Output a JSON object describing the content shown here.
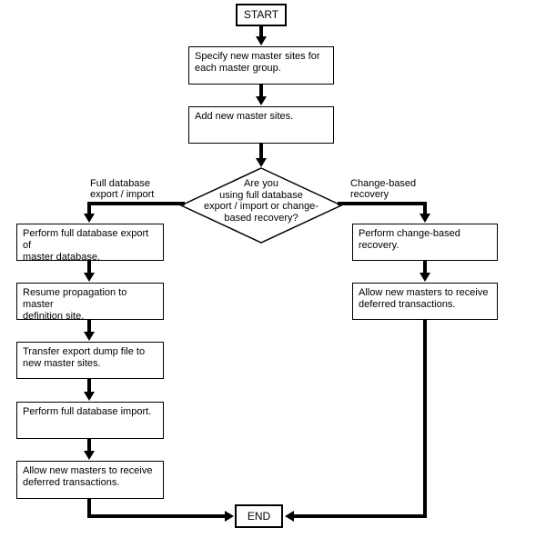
{
  "colors": {
    "line": "#000000",
    "background": "#ffffff",
    "text": "#000000"
  },
  "flow": {
    "start": "START",
    "end": "END",
    "steps_top": [
      {
        "text": "Specify new master sites for\neach master group."
      },
      {
        "text": "Add new master sites."
      }
    ],
    "decision": {
      "text": "Are you\nusing full database\nexport / import or change-\nbased recovery?"
    },
    "branches": {
      "left": {
        "label": "Full database\nexport / import"
      },
      "right": {
        "label": "Change-based\nrecovery"
      }
    },
    "steps_left": [
      {
        "text": "Perform full database export of\nmaster database."
      },
      {
        "text": "Resume propagation to master\ndefinition site."
      },
      {
        "text": "Transfer export dump file to\nnew master sites."
      },
      {
        "text": "Perform full database import."
      },
      {
        "text": "Allow new masters to receive\ndeferred transactions."
      }
    ],
    "steps_right": [
      {
        "text": "Perform change-based recovery."
      },
      {
        "text": "Allow new masters to receive\ndeferred transactions."
      }
    ]
  }
}
